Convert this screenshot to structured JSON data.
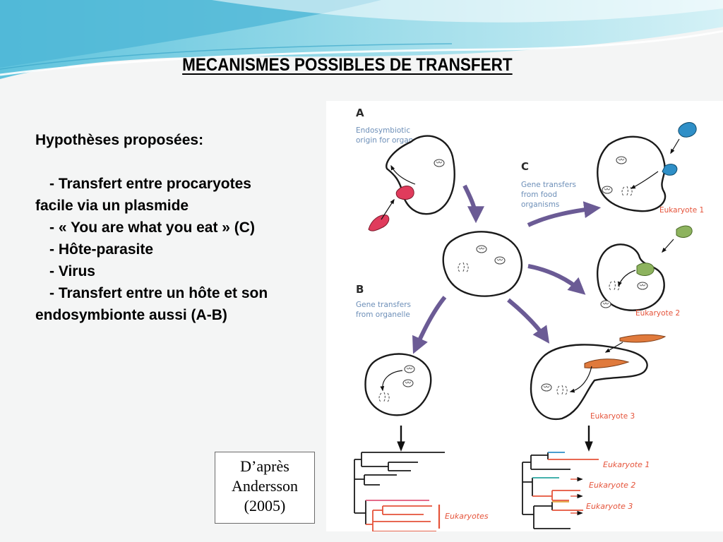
{
  "title": "MECANISMES POSSIBLES DE TRANSFERT",
  "hypotheses": {
    "heading": "Hypothèses proposées:",
    "items": [
      "- Transfert entre procaryotes",
      "facile via un plasmide",
      "- « You are what you eat » (C)",
      "- Hôte-parasite",
      "- Virus",
      "- Transfert entre un hôte et son",
      "endosymbionte aussi (A-B)"
    ]
  },
  "credit": {
    "line1": "D’après",
    "line2": "Andersson",
    "line3": "(2005)"
  },
  "diagram": {
    "section_a": {
      "letter": "A",
      "line1": "Endosymbiotic",
      "line2": "origin for organelle"
    },
    "section_b": {
      "letter": "B",
      "line1": "Gene transfers",
      "line2": "from organelle"
    },
    "section_c": {
      "letter": "C",
      "line1": "Gene transfers",
      "line2": "from food",
      "line3": "organisms"
    },
    "eukaryote_1": "Eukaryote 1",
    "eukaryote_2": "Eukaryote 2",
    "eukaryote_3": "Eukaryote 3",
    "tree_left_label": "Eukaryotes",
    "tree_right_labels": [
      "Eukaryote 1",
      "Eukaryote 2",
      "Eukaryote 3"
    ],
    "colors": {
      "arrow": "#6b5b95",
      "red_cell": "#e03b5c",
      "blue_cell": "#2f8fc7",
      "green_cell": "#8db35e",
      "orange_cell": "#e07a3c",
      "eukaryote_red": "#e5533a"
    }
  }
}
